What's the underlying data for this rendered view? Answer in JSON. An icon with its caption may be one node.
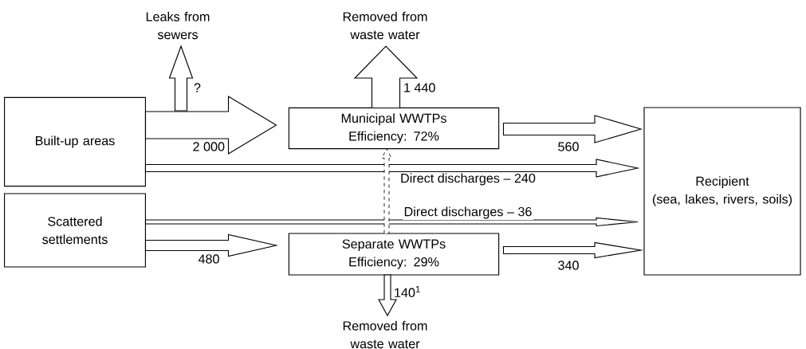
{
  "diagram": {
    "nodes": [
      {
        "text": [
          "Built-up areas"
        ]
      },
      {
        "text": [
          "Scattered settlements"
        ]
      },
      {
        "text": [
          "Municipal WWTPs",
          "Efficiency: 72%"
        ]
      },
      {
        "text": [
          "Separate WWTPs",
          "Efficiency: 29%"
        ]
      },
      {
        "text": [
          "Recipient",
          "(sea, lakes, rivers, soils)"
        ]
      },
      {
        "text": [
          "Leaks from sewers"
        ]
      },
      {
        "text": [
          "Removed from waste water"
        ]
      },
      {
        "text": [
          "Removed from waste water"
        ]
      }
    ],
    "edges": [
      {
        "from": 0,
        "to": 2,
        "arrow": "to",
        "label": "2 000"
      },
      {
        "from": 0,
        "to": 5,
        "arrow": "to",
        "label": "?"
      },
      {
        "from": 2,
        "to": 6,
        "arrow": "to",
        "label": "1 440"
      },
      {
        "from": 2,
        "to": 4,
        "arrow": "to",
        "label": "560"
      },
      {
        "from": 0,
        "to": 4,
        "arrow": "to",
        "label": "Direct discharges – 240"
      },
      {
        "from": 1,
        "to": 4,
        "arrow": "to",
        "label": "Direct discharges – 36"
      },
      {
        "from": 1,
        "to": 3,
        "arrow": "to",
        "label": "480"
      },
      {
        "from": 3,
        "to": 4,
        "arrow": "to",
        "label": "340"
      },
      {
        "from": 3,
        "to": 7,
        "arrow": "to",
        "label": "140$^{1}$"
      },
      {
        "from": 3,
        "to": 2,
        "arrow": "to",
        "style": "dashed"
      }
    ]
  }
}
